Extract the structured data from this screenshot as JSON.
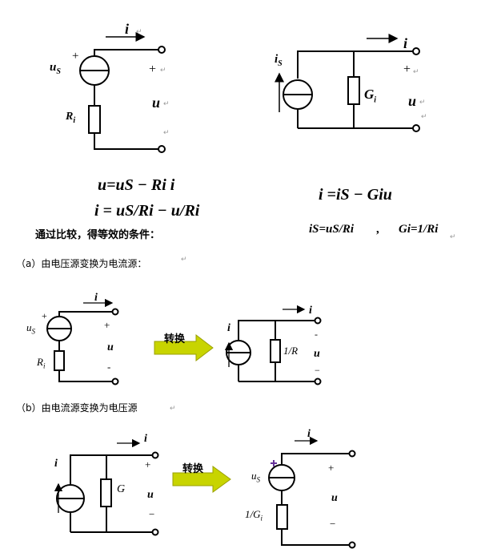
{
  "top": {
    "left_circuit": {
      "current_label": "i",
      "source_label": "u",
      "source_sub": "S",
      "plus_source": "+",
      "plus_terminal": "+",
      "resistor_label": "R",
      "resistor_sub": "i",
      "voltage_label": "u"
    },
    "right_circuit": {
      "current_label": "i",
      "source_label": "i",
      "source_sub": "S",
      "conductance_label": "G",
      "conductance_sub": "i",
      "plus_terminal": "+",
      "voltage_label": "u"
    },
    "eq1": "u=uS  − Ri i",
    "eq2": "i = uS/Ri − u/Ri",
    "eq3": "i =iS − Giu",
    "eq4a": "iS=uS/Ri",
    "eq4b": ",",
    "eq4c": "Gi=1/Ri",
    "compare_text": "通过比较，得等效的条件："
  },
  "section_a": {
    "title": "（a）由电压源变换为电流源：",
    "arrow_label": "转换",
    "left": {
      "current": "i",
      "source": "u",
      "source_sub": "S",
      "plus": "+",
      "plus_t": "+",
      "resistor": "R",
      "resistor_sub": "i",
      "voltage": "u",
      "minus": "-"
    },
    "right": {
      "current": "i",
      "source_current": "i",
      "conductance": "1/R",
      "plus": "-",
      "voltage": "u",
      "minus": "−"
    }
  },
  "section_b": {
    "title": "（b）由电流源变换为电压源",
    "arrow_label": "转换",
    "left": {
      "current": "i",
      "source_current": "i",
      "conductance": "G",
      "plus": "+",
      "voltage": "u",
      "minus": "−"
    },
    "right": {
      "current": "i",
      "source": "u",
      "source_sub": "S",
      "plus": "+",
      "plus_t": "+",
      "resistor": "1/G",
      "resistor_sub": "i",
      "voltage": "u",
      "minus": "−"
    }
  },
  "return_mark": "↵"
}
